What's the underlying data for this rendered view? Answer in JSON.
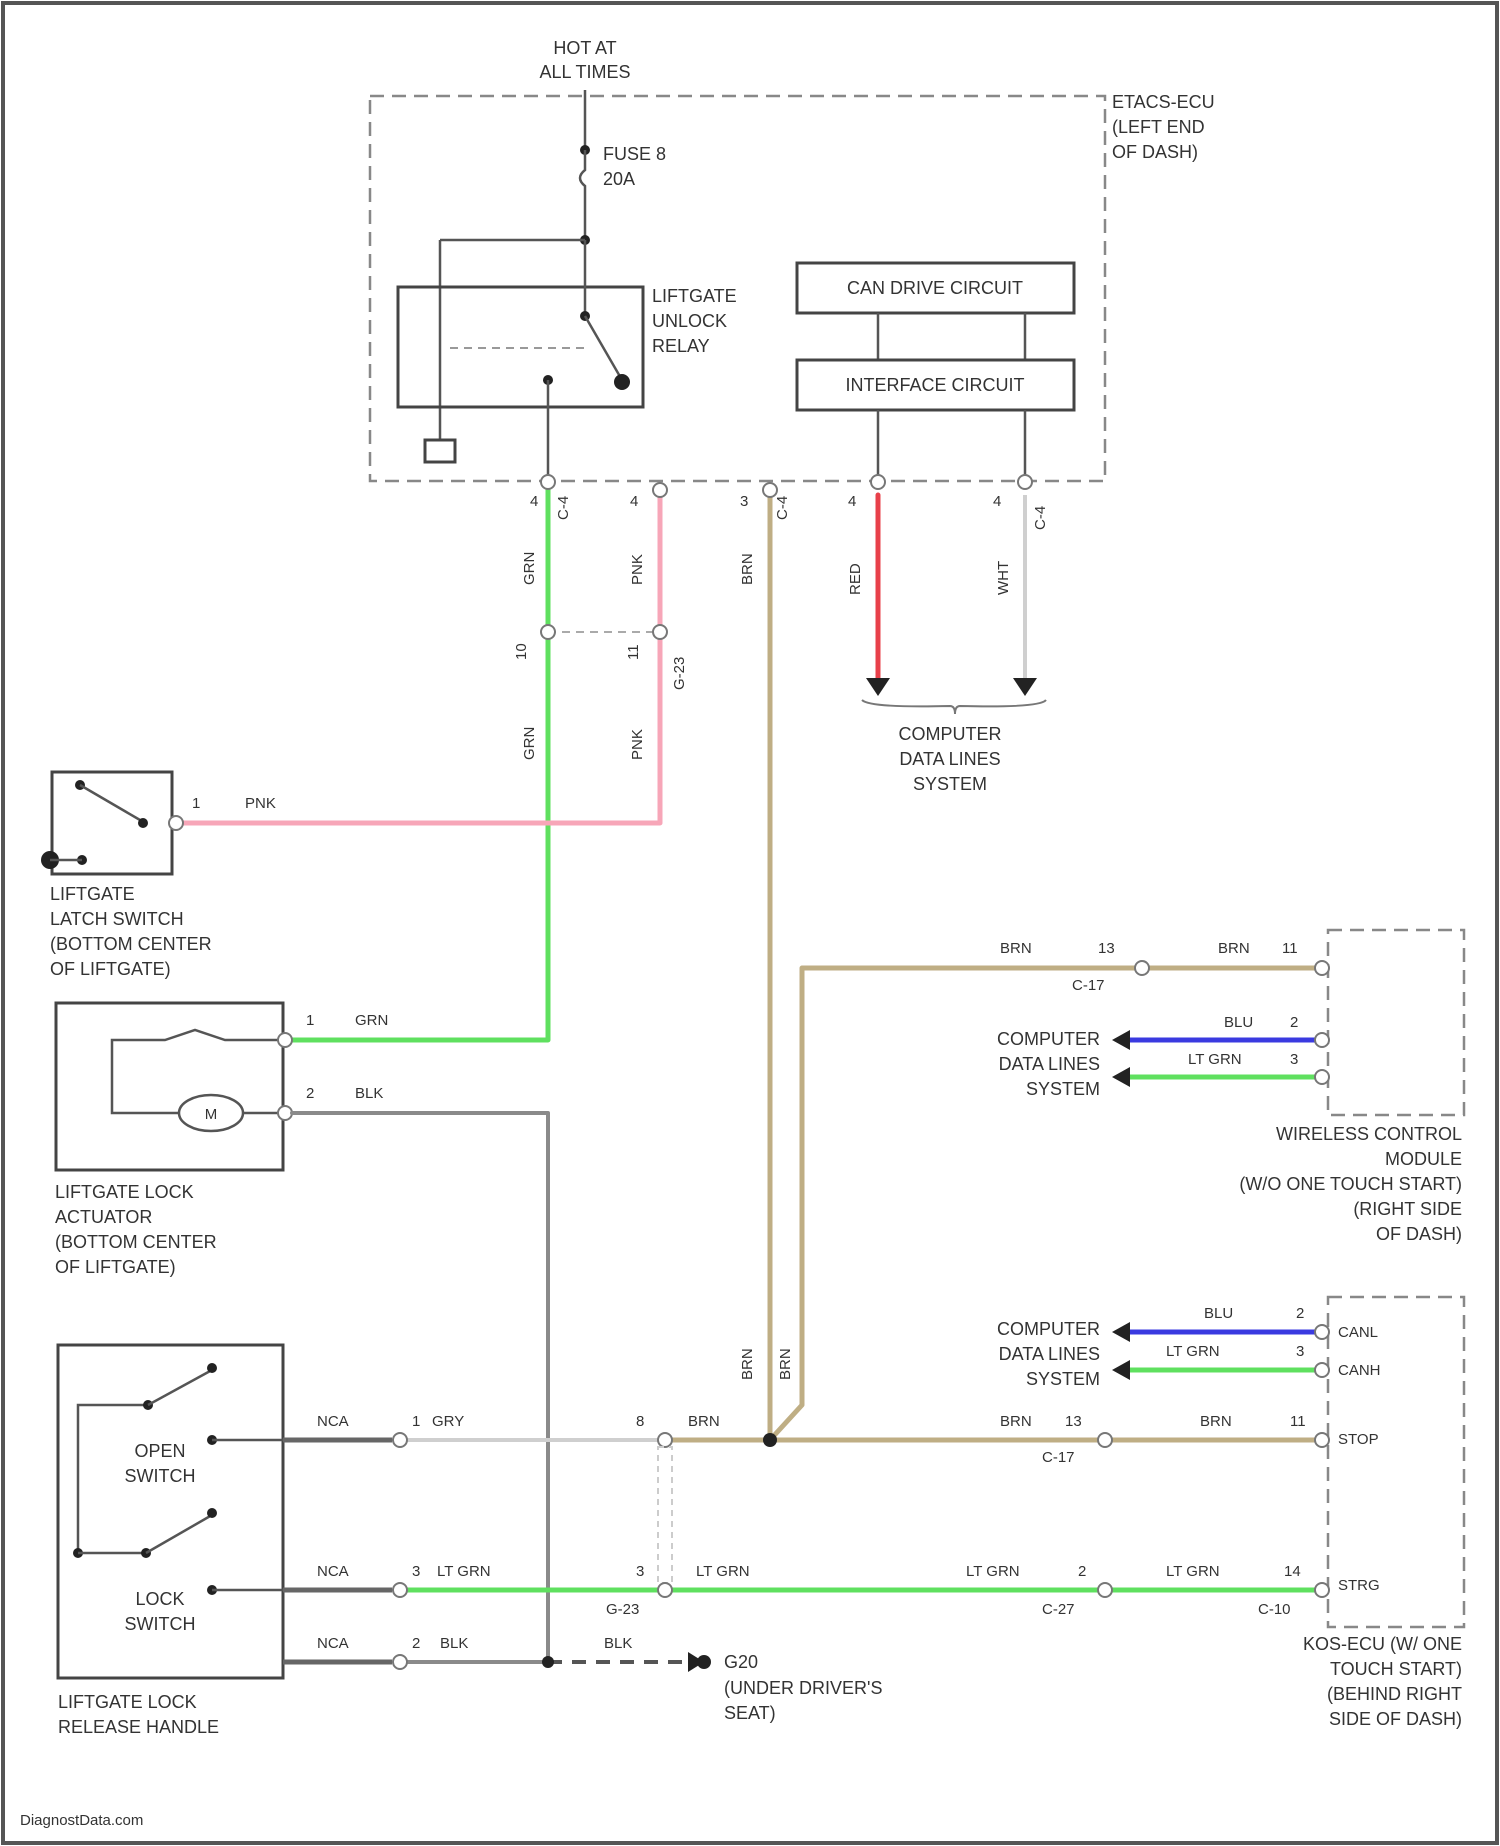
{
  "colors": {
    "frame": "#444444",
    "green": "#5fe05f",
    "pink": "#f7a6b8",
    "tan": "#bfae84",
    "gray": "#8a8a8a",
    "light_gray": "#cfcfcf",
    "red": "#e8404a",
    "blue": "#3a3ae0",
    "nca": "#666666"
  },
  "header": {
    "hot_line1": "HOT AT",
    "hot_line2": "ALL TIMES"
  },
  "etacs": {
    "label": [
      "ETACS-ECU",
      "(LEFT END",
      "OF DASH)"
    ],
    "fuse": [
      "FUSE 8",
      "20A"
    ],
    "relay": [
      "LIFTGATE",
      "UNLOCK",
      "RELAY"
    ],
    "can_drive": "CAN DRIVE CIRCUIT",
    "interface": "INTERFACE CIRCUIT",
    "pins": [
      "4",
      "4",
      "3",
      "4",
      "4"
    ],
    "connectors": [
      "C-4",
      "C-4",
      "C-4"
    ]
  },
  "upper_wires": {
    "grn": "GRN",
    "pnk": "PNK",
    "brn": "BRN",
    "red": "RED",
    "wht": "WHT",
    "conn_pins": [
      "10",
      "11"
    ],
    "conn": "G-23"
  },
  "computer_data_lines": [
    "COMPUTER",
    "DATA LINES",
    "SYSTEM"
  ],
  "latch_switch": {
    "label": [
      "LIFTGATE",
      "LATCH SWITCH",
      "(BOTTOM CENTER",
      "OF LIFTGATE)"
    ],
    "pin": "1",
    "wire": "PNK"
  },
  "lock_actuator": {
    "label": [
      "LIFTGATE LOCK",
      "ACTUATOR",
      "(BOTTOM CENTER",
      "OF LIFTGATE)"
    ],
    "motor": "M",
    "pin1": "1",
    "wire1": "GRN",
    "pin2": "2",
    "wire2": "BLK"
  },
  "wcm": {
    "label": [
      "WIRELESS CONTROL",
      "MODULE",
      "(W/O ONE TOUCH START)",
      "(RIGHT SIDE",
      "OF DASH)"
    ],
    "brn_left": "BRN",
    "pin_13": "13",
    "conn": "C-17",
    "brn_right": "BRN",
    "pin_11": "11",
    "blu": "BLU",
    "pin_2": "2",
    "ltgrn": "LT GRN",
    "pin_3": "3",
    "cdl": [
      "COMPUTER",
      "DATA LINES",
      "SYSTEM"
    ]
  },
  "kos": {
    "label": [
      "KOS-ECU (W/ ONE",
      "TOUCH START)",
      "(BEHIND RIGHT",
      "SIDE OF DASH)"
    ],
    "canl": "CANL",
    "canh": "CANH",
    "stop": "STOP",
    "strg": "STRG",
    "blu": "BLU",
    "pin_2": "2",
    "ltgrn": "LT GRN",
    "pin_3": "3",
    "cdl": [
      "COMPUTER",
      "DATA LINES",
      "SYSTEM"
    ],
    "brn_left": "BRN",
    "pin_13": "13",
    "conn": "C-17",
    "brn_right": "BRN",
    "pin_11": "11",
    "ltgrn_c27": "LT GRN",
    "pin_c27": "2",
    "conn_c27": "C-27",
    "ltgrn_c10": "LT GRN",
    "pin_c10": "14",
    "conn_c10": "C-10"
  },
  "release_handle": {
    "label": [
      "LIFTGATE LOCK",
      "RELEASE HANDLE"
    ],
    "open_switch": [
      "OPEN",
      "SWITCH"
    ],
    "lock_switch": [
      "LOCK",
      "SWITCH"
    ],
    "nca": "NCA",
    "row1": {
      "pin": "1",
      "wire": "GRY",
      "far_pin": "8",
      "far_wire": "BRN"
    },
    "row2": {
      "pin": "3",
      "wire": "LT GRN",
      "far_pin": "3",
      "far_wire": "LT GRN",
      "conn": "G-23"
    },
    "row3": {
      "pin": "2",
      "wire": "BLK",
      "far_wire": "BLK"
    }
  },
  "vertical_brn": [
    "BRN",
    "BRN"
  ],
  "ground": {
    "id": "G20",
    "label": [
      "(UNDER DRIVER'S",
      "SEAT)"
    ]
  },
  "watermark": "DiagnostData.com"
}
